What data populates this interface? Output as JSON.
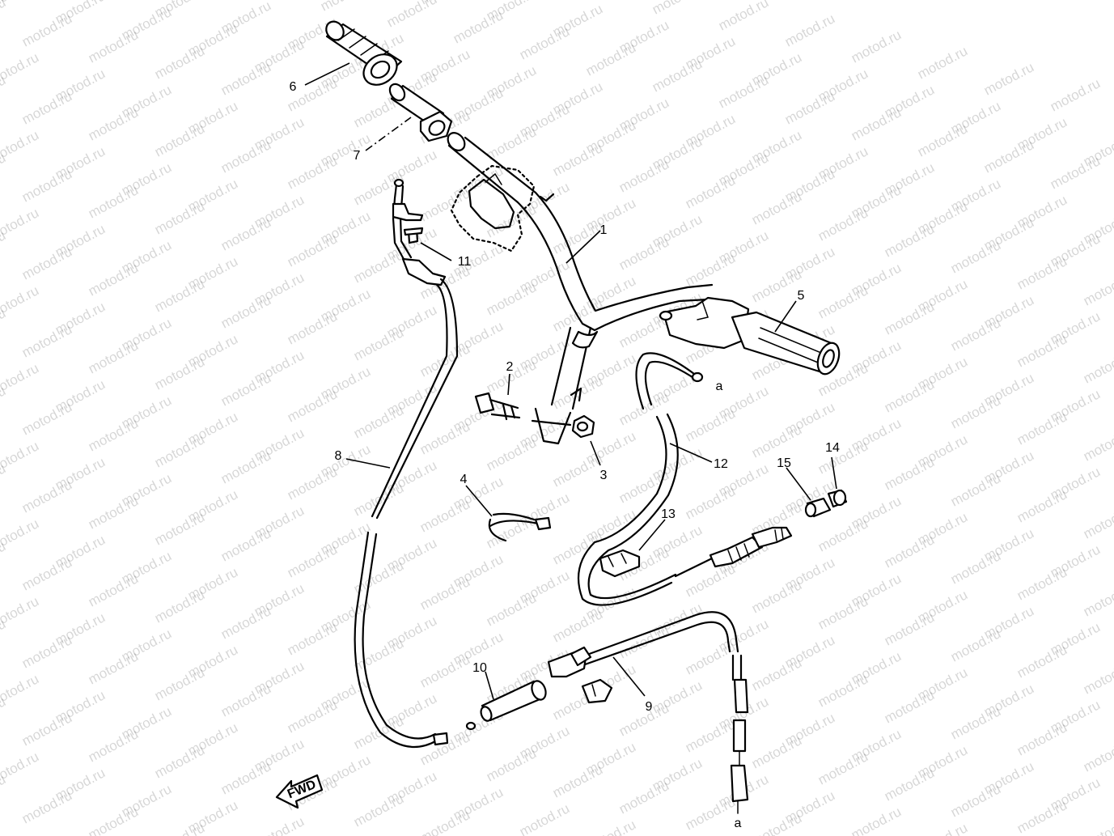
{
  "watermark": "motod.ru",
  "fwd_label": "FWD",
  "callouts": [
    {
      "id": "c1",
      "text": "1"
    },
    {
      "id": "c2",
      "text": "2"
    },
    {
      "id": "c3",
      "text": "3"
    },
    {
      "id": "c4",
      "text": "4"
    },
    {
      "id": "c5",
      "text": "5"
    },
    {
      "id": "c6",
      "text": "6"
    },
    {
      "id": "c7",
      "text": "7"
    },
    {
      "id": "c8",
      "text": "8"
    },
    {
      "id": "c9",
      "text": "9"
    },
    {
      "id": "c10",
      "text": "10"
    },
    {
      "id": "c11",
      "text": "11"
    },
    {
      "id": "c12",
      "text": "12"
    },
    {
      "id": "c13",
      "text": "13"
    },
    {
      "id": "c14",
      "text": "14"
    },
    {
      "id": "c15",
      "text": "15"
    },
    {
      "id": "end-a",
      "text": "a"
    },
    {
      "id": "end-a-bottom",
      "text": "a"
    }
  ]
}
